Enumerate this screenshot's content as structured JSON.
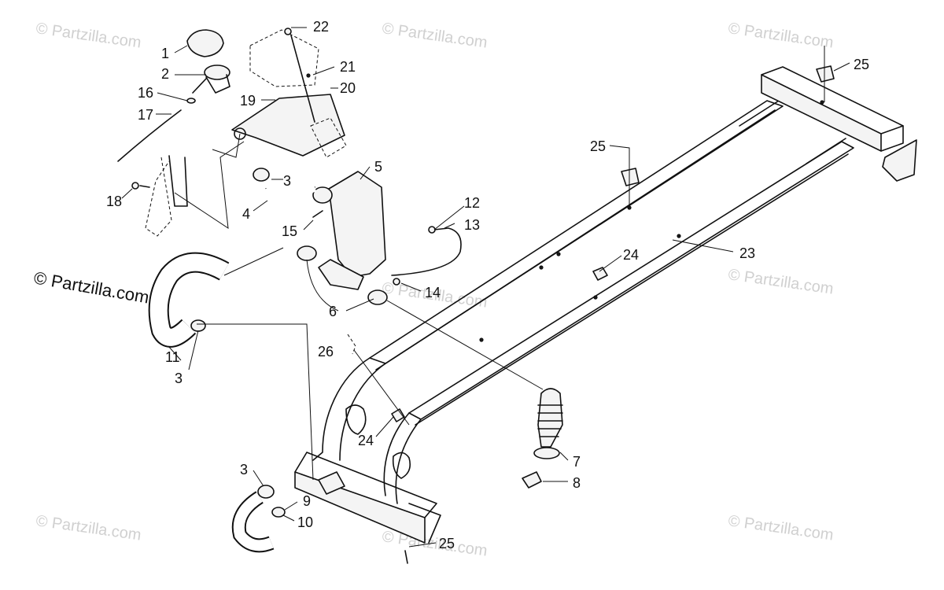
{
  "watermark": {
    "text": "© Partzilla.com"
  },
  "callouts": {
    "c1": "1",
    "c2": "2",
    "c3a": "3",
    "c3b": "3",
    "c3c": "3",
    "c4": "4",
    "c5": "5",
    "c6": "6",
    "c7": "7",
    "c8": "8",
    "c9": "9",
    "c10": "10",
    "c11": "11",
    "c12": "12",
    "c13": "13",
    "c14": "14",
    "c15": "15",
    "c16": "16",
    "c17": "17",
    "c18": "18",
    "c19": "19",
    "c20": "20",
    "c21": "21",
    "c22": "22",
    "c23": "23",
    "c24a": "24",
    "c24b": "24",
    "c25a": "25",
    "c25b": "25",
    "c25c": "25",
    "c26": "26"
  }
}
